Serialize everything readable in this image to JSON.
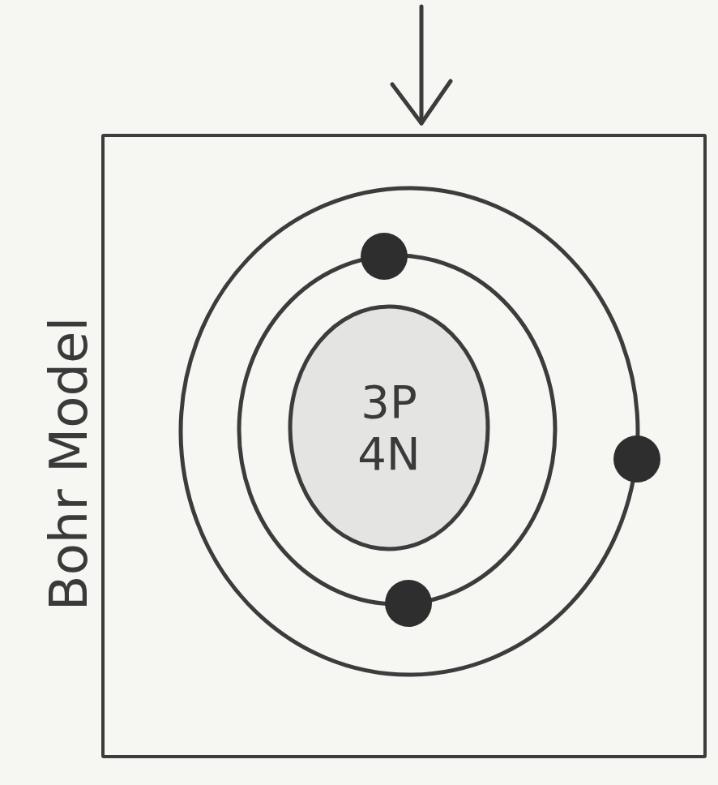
{
  "diagram": {
    "nodes": [
      {
        "text": [
          "Bohr Model"
        ]
      },
      {
        "text": [
          "3P",
          "4N"
        ],
        "in": 0
      }
    ]
  }
}
